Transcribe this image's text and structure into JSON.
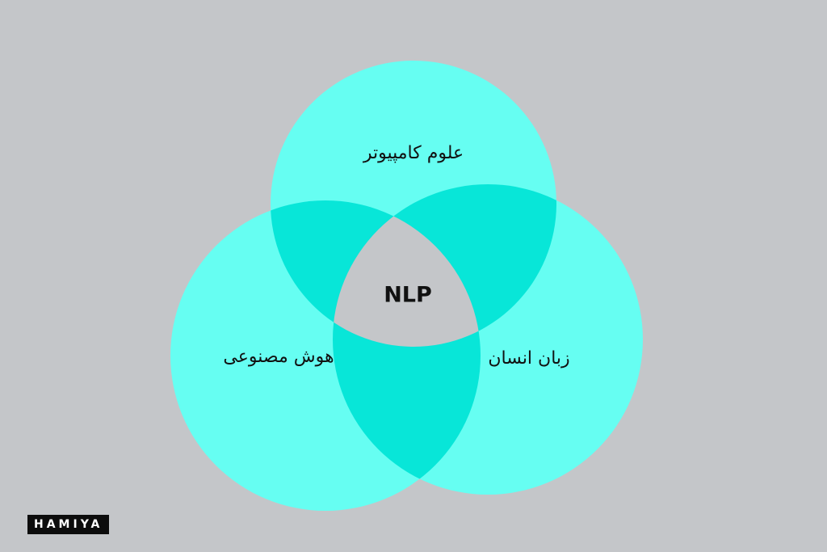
{
  "colors": {
    "background": "#c4c6c9",
    "circle_fill": "#66fef2",
    "pair_overlap_fill": "#08e6d8",
    "center_fill": "#c4c6c9",
    "text": "#111111"
  },
  "diagram": {
    "type": "venn",
    "sets": [
      {
        "id": "cs",
        "label": "علوم کامپیوتر"
      },
      {
        "id": "ai",
        "label": "هوش مصنوعی"
      },
      {
        "id": "lang",
        "label": "زبان انسان"
      }
    ],
    "intersection_label": "NLP"
  },
  "brand": {
    "logo_text": "HAMIYA"
  }
}
